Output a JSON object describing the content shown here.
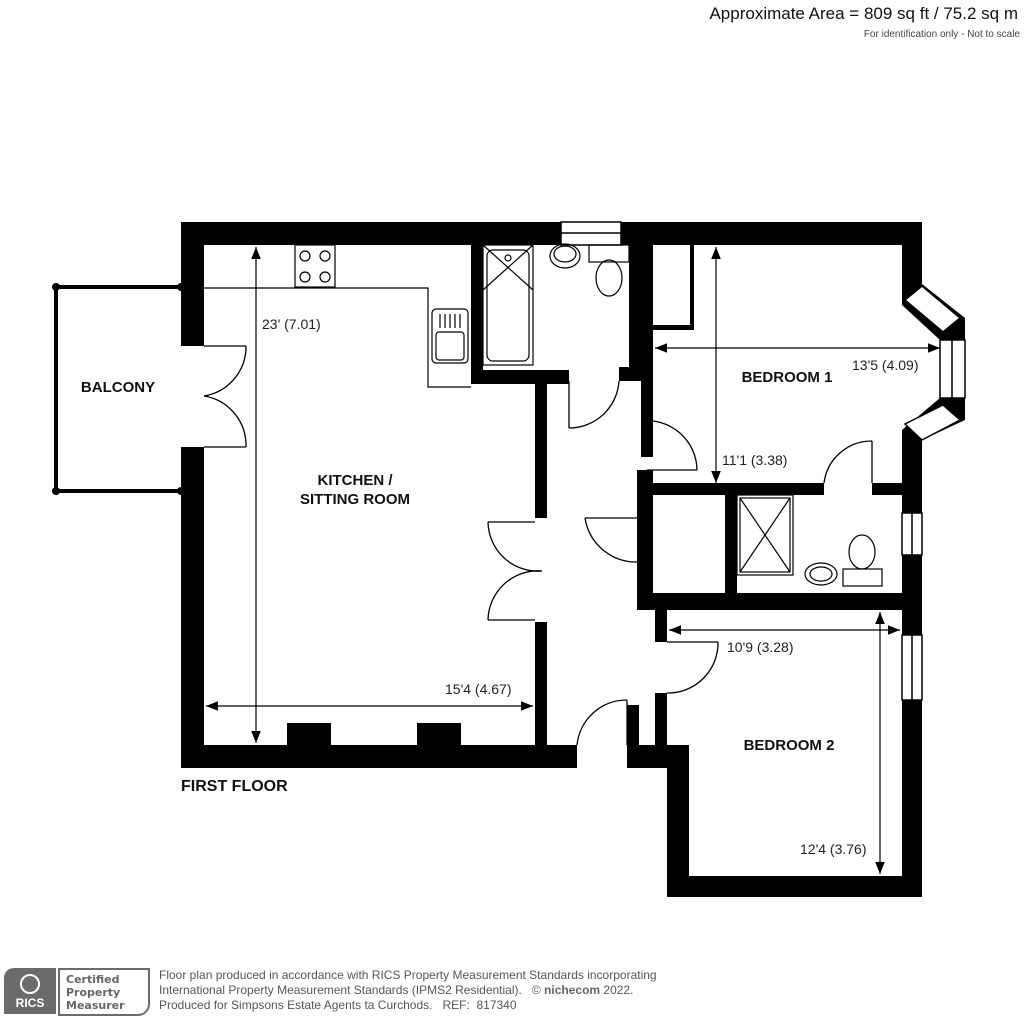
{
  "header": {
    "area": "Approximate Area = 809 sq ft / 75.2 sq m",
    "note": "For identification only - Not to scale"
  },
  "floor_label": "FIRST FLOOR",
  "rooms": {
    "balcony": "BALCONY",
    "kitchen_line1": "KITCHEN /",
    "kitchen_line2": "SITTING ROOM",
    "bedroom1": "BEDROOM 1",
    "bedroom2": "BEDROOM 2"
  },
  "dimensions": {
    "kitchen_length": "23' (7.01)",
    "kitchen_width": "15'4 (4.67)",
    "bedroom1_width": "13'5 (4.09)",
    "bedroom1_length": "11'1 (3.38)",
    "bedroom2_width": "10'9 (3.28)",
    "bedroom2_length": "12'4 (3.76)"
  },
  "colors": {
    "wall": "#000000",
    "background": "#ffffff",
    "badge_gray": "#6b6b6b"
  },
  "footer": {
    "badge_org": "RICS",
    "badge_line1": "Certified",
    "badge_line2": "Property",
    "badge_line3": "Measurer",
    "line1": "Floor plan produced in accordance with RICS Property Measurement Standards incorporating",
    "line2_a": "International Property Measurement Standards (IPMS2 Residential).",
    "line2_copy": "©",
    "line2_brand": "nichecom",
    "line2_year": "2022.",
    "line3": "Produced for Simpsons Estate Agents ta Curchods.   REF:  817340"
  }
}
